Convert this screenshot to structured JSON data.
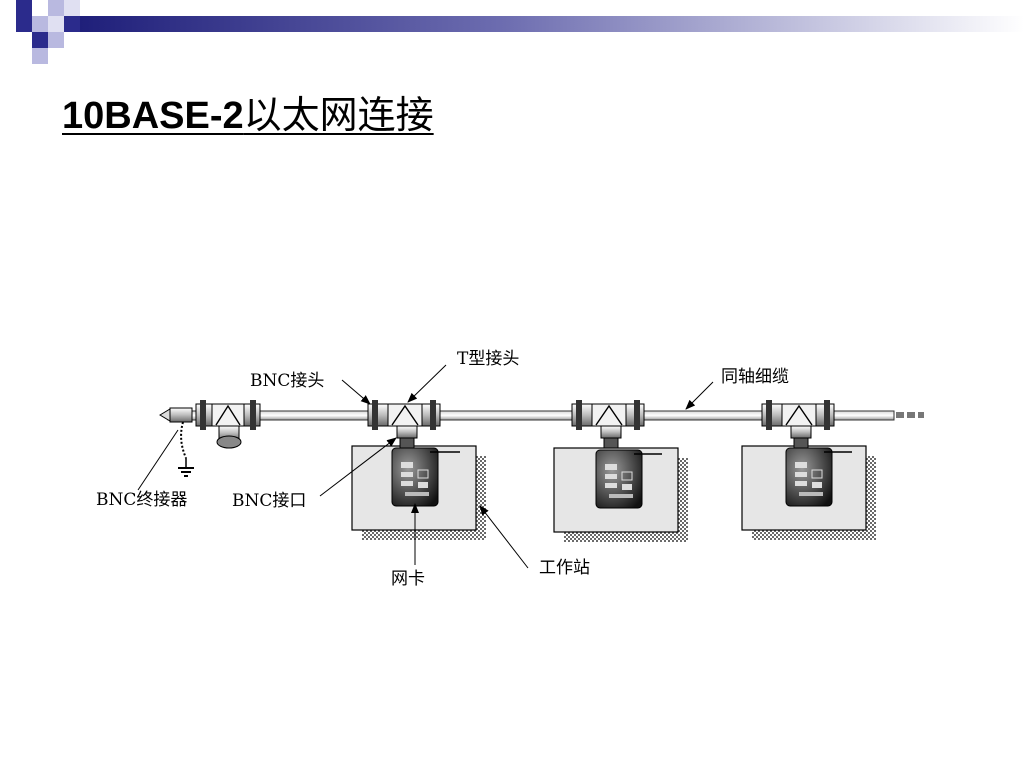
{
  "slide": {
    "title_prefix": "10BASE-2",
    "title_suffix": "以太网连接"
  },
  "diagram": {
    "labels": {
      "t_connector": "T型接头",
      "bnc_connector": "BNC接头",
      "coax_cable": "同轴细缆",
      "bnc_terminator": "BNC终接器",
      "bnc_port": "BNC接口",
      "nic": "网卡",
      "workstation": "工作站"
    },
    "workstation_count": 3
  },
  "colors": {
    "header_gradient_start": "#1f1f7a",
    "header_gradient_end": "#ffffff",
    "square_dark": "#2b2b8c",
    "square_light": "#b9b9e0",
    "station_fill": "#e6e6e6",
    "station_shadow": "#8a8a8a"
  }
}
